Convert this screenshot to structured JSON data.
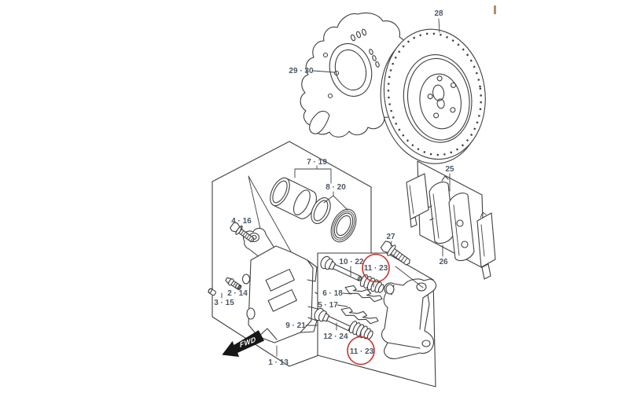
{
  "colors": {
    "background": "#ffffff",
    "line": "#3f3f3f",
    "label": "#4a5866",
    "highlight": "#c9302c",
    "arrow": "#171717",
    "artifact": "#b09068"
  },
  "diagram": {
    "fwd_label": "FWD",
    "labels": {
      "disc": "28",
      "shield": "29 · 30",
      "piston": "7 · 19",
      "seals": "8 · 20",
      "banjo_bolt": "4 · 16",
      "bleeder": "2 · 14",
      "bleeder_cap": "3 · 15",
      "caliper_assy": "1 · 13",
      "support": "9 · 21",
      "pin_upper": "10 · 22",
      "grease_upper": "11 · 23",
      "clip_upper": "6 · 18",
      "clip_lower": "5 · 17",
      "pin_lower": "12 · 24",
      "grease_lower": "11 · 23",
      "pads": "25",
      "pads_lower": "26",
      "mount_bolt": "27"
    }
  }
}
